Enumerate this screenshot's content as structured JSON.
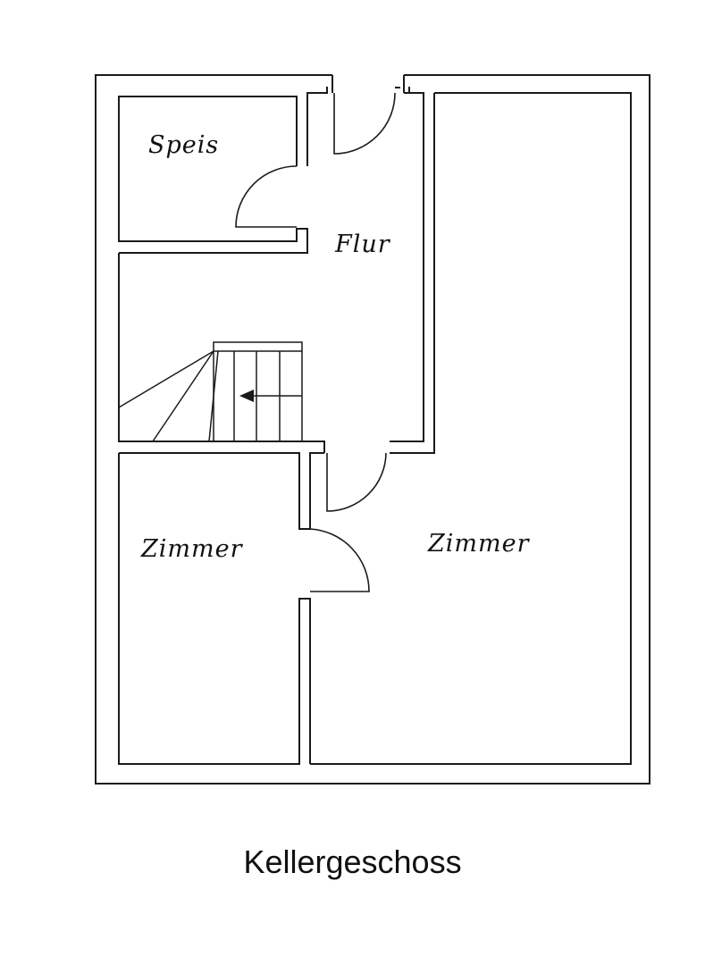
{
  "floor_title": "Kellergeschoss",
  "rooms": {
    "speis": "Speis",
    "flur": "Flur",
    "zimmer_left": "Zimmer",
    "zimmer_right": "Zimmer"
  },
  "colors": {
    "line": "#1a1a1a",
    "background": "#ffffff"
  }
}
